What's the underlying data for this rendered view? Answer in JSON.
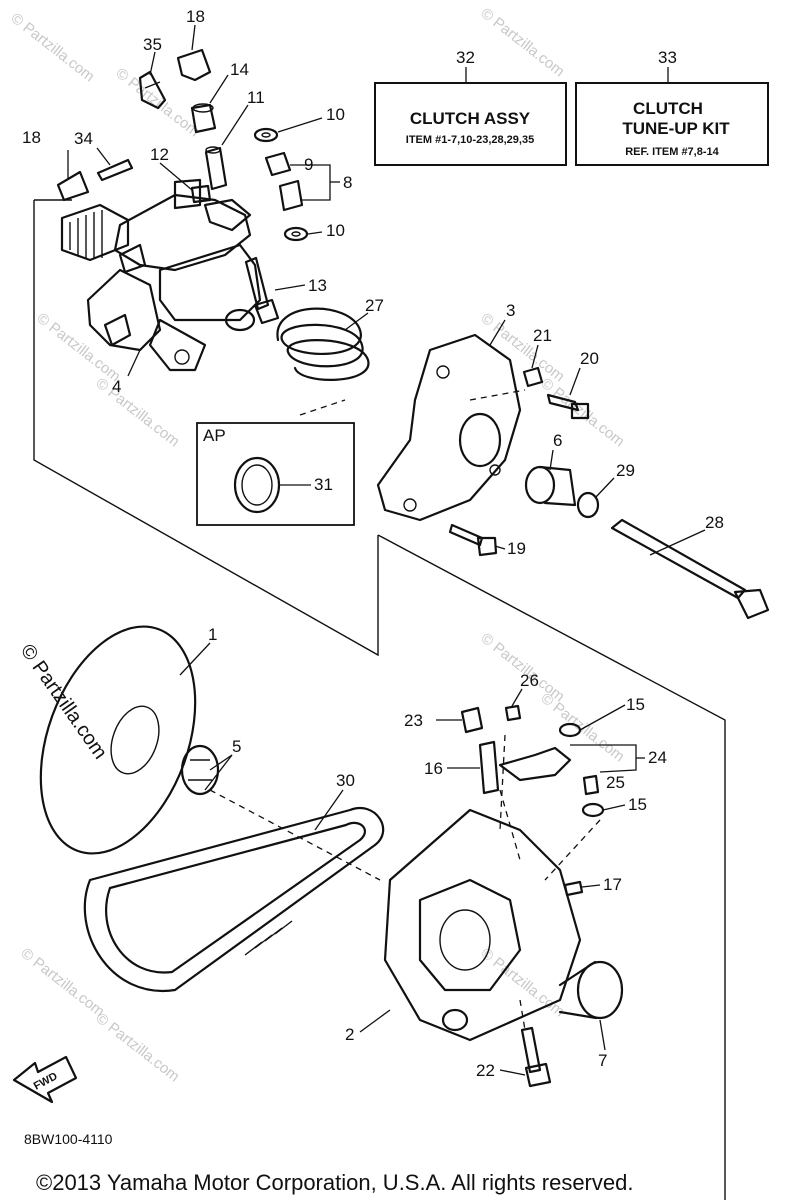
{
  "diagram": {
    "kit_boxes": [
      {
        "number": "32",
        "title_lines": [
          "CLUTCH ASSY"
        ],
        "subtitle": "ITEM #1-7,10-23,28,29,35"
      },
      {
        "number": "33",
        "title_lines": [
          "CLUTCH",
          "TUNE-UP KIT"
        ],
        "subtitle": "REF. ITEM #7,8-14"
      }
    ],
    "ap_box_label": "AP",
    "fwd_label": "FWD",
    "callouts": [
      "18",
      "35",
      "14",
      "11",
      "10",
      "9",
      "8",
      "10",
      "18",
      "34",
      "12",
      "13",
      "27",
      "4",
      "3",
      "21",
      "20",
      "6",
      "29",
      "28",
      "19",
      "31",
      "1",
      "5",
      "30",
      "26",
      "23",
      "15",
      "24",
      "25",
      "16",
      "15",
      "17",
      "2",
      "7",
      "22"
    ],
    "watermarks": [
      "© Partzilla.com",
      "© Partzilla.com",
      "© Partzilla.com",
      "© Partzilla.com",
      "© Partzilla.com",
      "© Partzilla.com",
      "© Partzilla.com",
      "© Partzilla.com",
      "© Partzilla.com",
      "© Partzilla.com",
      "© Partzilla.com",
      "© Partzilla.com"
    ],
    "main_watermark": "© Partzilla.com"
  },
  "footer": {
    "diagram_code": "8BW100-4110",
    "copyright": "©2013  Yamaha Motor Corporation, U.S.A. All rights reserved."
  },
  "colors": {
    "line": "#111111",
    "watermark": "#c8c8c8",
    "background": "#ffffff"
  }
}
